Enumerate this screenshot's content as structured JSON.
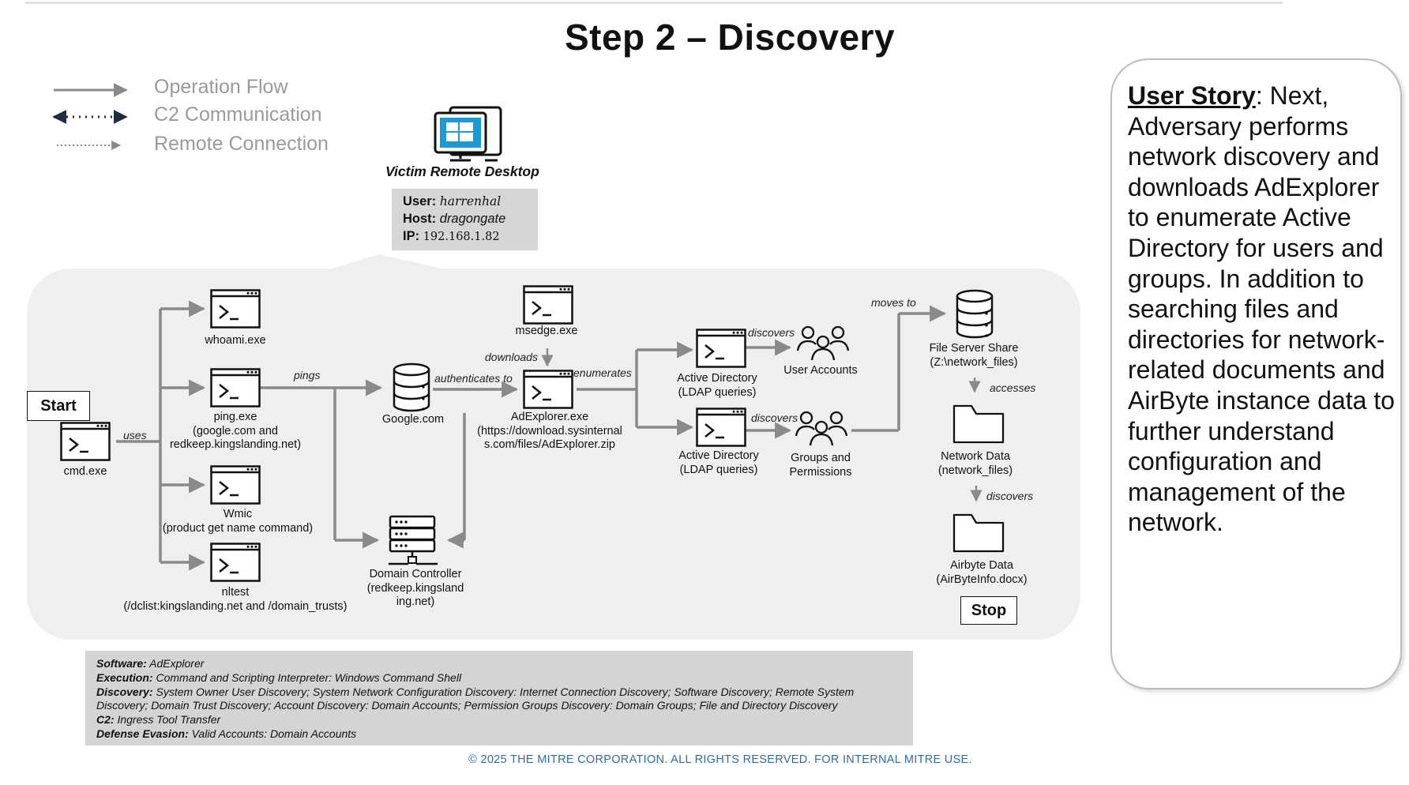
{
  "title": "Step 2 – Discovery",
  "legend": {
    "operation_flow": "Operation Flow",
    "c2_communication": "C2 Communication",
    "remote_connection": "Remote Connection"
  },
  "victim": {
    "label": "Victim Remote Desktop",
    "user_key": "User:",
    "user_value": "harrenhal",
    "host_key": "Host:",
    "host_value": "dragongate",
    "ip_key": "IP:",
    "ip_value": "192.168.1.82"
  },
  "nodes": {
    "start": "Start",
    "stop": "Stop",
    "cmd": "cmd.exe",
    "whoami": "whoami.exe",
    "ping": [
      "ping.exe",
      "(google.com and",
      "redkeep.kingslanding.net)"
    ],
    "wmic": [
      "Wmic",
      "(product get name command)"
    ],
    "nltest": [
      "nltest",
      "(/dclist:kingslanding.net and /domain_trusts)"
    ],
    "google": "Google.com",
    "dc": [
      "Domain Controller",
      "(redkeep.kingsland",
      "ing.net)"
    ],
    "msedge": "msedge.exe",
    "adexplorer": [
      "AdExplorer.exe",
      "(https://download.sysinternal",
      "s.com/files/AdExplorer.zip"
    ],
    "ad1": [
      "Active Directory",
      "(LDAP queries)"
    ],
    "ad2": [
      "Active Directory",
      "(LDAP queries)"
    ],
    "user_accounts": "User Accounts",
    "groups": [
      "Groups and",
      "Permissions"
    ],
    "file_share": [
      "File Server Share",
      "(Z:\\network_files)"
    ],
    "network_data": [
      "Network Data",
      "(network_files)"
    ],
    "airbyte": [
      "Airbyte Data",
      "(AirByteInfo.docx)"
    ]
  },
  "edges": {
    "uses": "uses",
    "pings": "pings",
    "authenticates": "authenticates to",
    "downloads": "downloads",
    "enumerates": "enumerates",
    "discovers1": "discovers",
    "discovers2": "discovers",
    "moves_to": "moves to",
    "accesses": "accesses",
    "discovers3": "discovers"
  },
  "techniques": [
    {
      "key": "Software:",
      "value": " AdExplorer"
    },
    {
      "key": "Execution:",
      "value": " Command and Scripting Interpreter: Windows Command Shell"
    },
    {
      "key": "Discovery:",
      "value": " System Owner User Discovery; System Network Configuration Discovery: Internet Connection Discovery; Software Discovery; Remote System"
    },
    {
      "key": "",
      "value": "Discovery; Domain Trust Discovery; Account Discovery: Domain Accounts; Permission Groups Discovery: Domain Groups; File and Directory Discovery"
    },
    {
      "key": "C2:",
      "value": " Ingress Tool Transfer"
    },
    {
      "key": "Defense Evasion:",
      "value": " Valid Accounts: Domain Accounts"
    }
  ],
  "user_story": {
    "heading": "User Story",
    "body": ": Next, Adversary performs network discovery and downloads AdExplorer to enumerate Active Directory for users and groups. In addition to searching files and directories for network-related documents and AirByte instance data to further understand configuration and management of the network."
  },
  "footer": "© 2025 THE MITRE CORPORATION. ALL RIGHTS RESERVED. FOR INTERNAL MITRE USE.",
  "colors": {
    "line": "#8a8a8a",
    "windows_blue": "#1d9ad6",
    "panel": "#efefef",
    "footer": "#2f6da6"
  }
}
